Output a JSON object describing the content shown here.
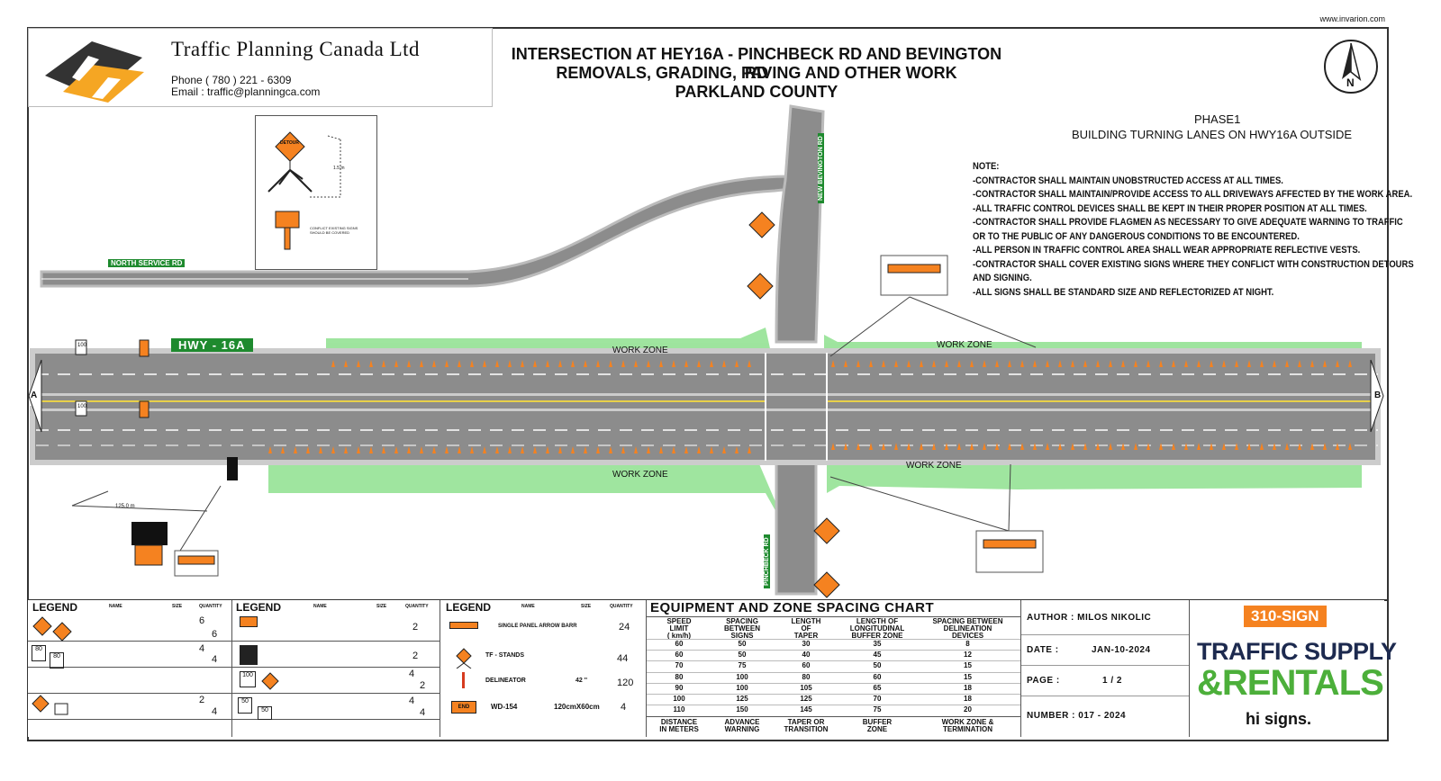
{
  "watermark": "www.invarion.com",
  "company": {
    "name": "Traffic Planning Canada Ltd",
    "phone": "Phone ( 780 ) 221 - 6309",
    "email": "Email : traffic@planningca.com"
  },
  "title": {
    "line1": "INTERSECTION AT HEY16A - PINCHBECK RD AND BEVINGTON RD",
    "line2": "REMOVALS, GRADING, PAVING AND OTHER WORK",
    "line3": "PARKLAND COUNTY"
  },
  "north_arrow": "N",
  "phase": {
    "line1": "PHASE1",
    "line2": "BUILDING TURNING LANES ON HWY16A OUTSIDE"
  },
  "notes": {
    "heading": "NOTE:",
    "lines": [
      "-CONTRACTOR SHALL MAINTAIN UNOBSTRUCTED ACCESS AT ALL TIMES.",
      "-CONTRACTOR SHALL MAINTAIN/PROVIDE ACCESS TO ALL DRIVEWAYS AFFECTED BY THE WORK AREA.",
      "-ALL TRAFFIC CONTROL DEVICES SHALL BE KEPT IN THEIR PROPER POSITION AT ALL TIMES.",
      "-CONTRACTOR SHALL PROVIDE FLAGMEN AS NECESSARY TO GIVE ADEQUATE WARNING TO TRAFFIC",
      "  OR TO THE PUBLIC OF ANY DANGEROUS CONDITIONS TO BE ENCOUNTERED.",
      "-ALL PERSON IN TRAFFIC CONTROL AREA SHALL WEAR APPROPRIATE REFLECTIVE VESTS.",
      "-CONTRACTOR SHALL COVER EXISTING SIGNS WHERE THEY CONFLICT WITH CONSTRUCTION DETOURS",
      "  AND SIGNING.",
      "-ALL SIGNS SHALL BE STANDARD SIZE AND REFLECTORIZED AT NIGHT."
    ]
  },
  "detail_box": {
    "detour_sign": "DETOUR",
    "height_note": "1.5 m",
    "cover_note_1": "CONFLICT EXISTING SIGNS",
    "cover_note_2": "SHOULD BE COVERED"
  },
  "map": {
    "north_service_rd": "NORTH SERVICE RD",
    "hwy_label": "HWY - 16A",
    "bevington_rd": "NEW BEVINGTON RD",
    "pinchbeck_rd": "PINCHBECK RD",
    "work_zones": [
      "WORK ZONE",
      "WORK ZONE",
      "WORK ZONE",
      "WORK ZONE"
    ],
    "distance": "125.0 m",
    "speed_100": "100",
    "marker_a": "A",
    "marker_b": "B"
  },
  "legend1": {
    "title": "LEGEND",
    "col_name": "NAME",
    "col_size": "SIZE",
    "col_qty": "QUANTITY",
    "rows": [
      {
        "q1": "6",
        "q2": "6"
      },
      {
        "q1": "4",
        "q2": "4",
        "sign1": "80",
        "sign2": "80"
      },
      {
        "q1": "",
        "q2": ""
      },
      {
        "q1": "2",
        "q2": "4"
      }
    ]
  },
  "legend2": {
    "title": "LEGEND",
    "col_name": "NAME",
    "col_size": "SIZE",
    "col_qty": "QUANTITY",
    "rows": [
      {
        "q1": "2",
        "q2": ""
      },
      {
        "q1": "2",
        "q2": ""
      },
      {
        "q1": "4",
        "q2": "2",
        "sign1": "100"
      },
      {
        "q1": "4",
        "q2": "4",
        "sign1": "50",
        "sign2": "50"
      }
    ]
  },
  "legend3": {
    "title": "LEGEND",
    "col_name": "NAME",
    "col_size": "SIZE",
    "col_qty": "QUANTITY",
    "rows": [
      {
        "name": "SINGLE PANEL ARROW BARR",
        "size": "",
        "qty": "24"
      },
      {
        "name": "TF - STANDS",
        "size": "",
        "qty": "44"
      },
      {
        "name": "DELINEATOR",
        "size": "42 ''",
        "qty": "120"
      },
      {
        "name": "WD-154",
        "size": "120cmX60cm",
        "qty": "4",
        "icon_text": "END"
      }
    ]
  },
  "spacing_chart": {
    "title": "EQUIPMENT AND ZONE SPACING CHART",
    "headers": [
      [
        "SPEED",
        "LIMIT",
        "( km/h)"
      ],
      [
        "SPACING",
        "BETWEEN",
        "SIGNS"
      ],
      [
        "LENGTH",
        "OF",
        "TAPER"
      ],
      [
        "LENGTH OF",
        "LONGITUDINAL",
        "BUFFER ZONE"
      ],
      [
        "SPACING BETWEEN",
        "DELINEATION",
        "DEVICES"
      ]
    ],
    "rows": [
      [
        "60",
        "50",
        "30",
        "35",
        "8"
      ],
      [
        "60",
        "50",
        "40",
        "45",
        "12"
      ],
      [
        "70",
        "75",
        "60",
        "50",
        "15"
      ],
      [
        "80",
        "100",
        "80",
        "60",
        "15"
      ],
      [
        "90",
        "100",
        "105",
        "65",
        "18"
      ],
      [
        "100",
        "125",
        "125",
        "70",
        "18"
      ],
      [
        "110",
        "150",
        "145",
        "75",
        "20"
      ]
    ],
    "footers": [
      [
        "DISTANCE",
        "IN METERS"
      ],
      [
        "ADVANCE",
        "WARNING"
      ],
      [
        "TAPER OR",
        "TRANSITION"
      ],
      [
        "BUFFER",
        "ZONE"
      ],
      [
        "WORK ZONE &",
        "TERMINATION"
      ]
    ]
  },
  "title_block": {
    "author": "AUTHOR :  MILOS NIKOLIC",
    "date_label": "DATE :",
    "date_value": "JAN-10-2024",
    "page_label": "PAGE :",
    "page_value": "1 / 2",
    "number": "NUMBER : 017 - 2024"
  },
  "brand": {
    "badge": "310-SIGN",
    "line1": "TRAFFIC SUPPLY",
    "line2": "&RENTALS",
    "tagline": "hi signs."
  },
  "colors": {
    "road": "#8c8c8c",
    "work_zone": "#7fe07f",
    "sign_orange": "#f58220",
    "brand_navy": "#1d2a4f",
    "brand_green": "#4caf3a"
  }
}
